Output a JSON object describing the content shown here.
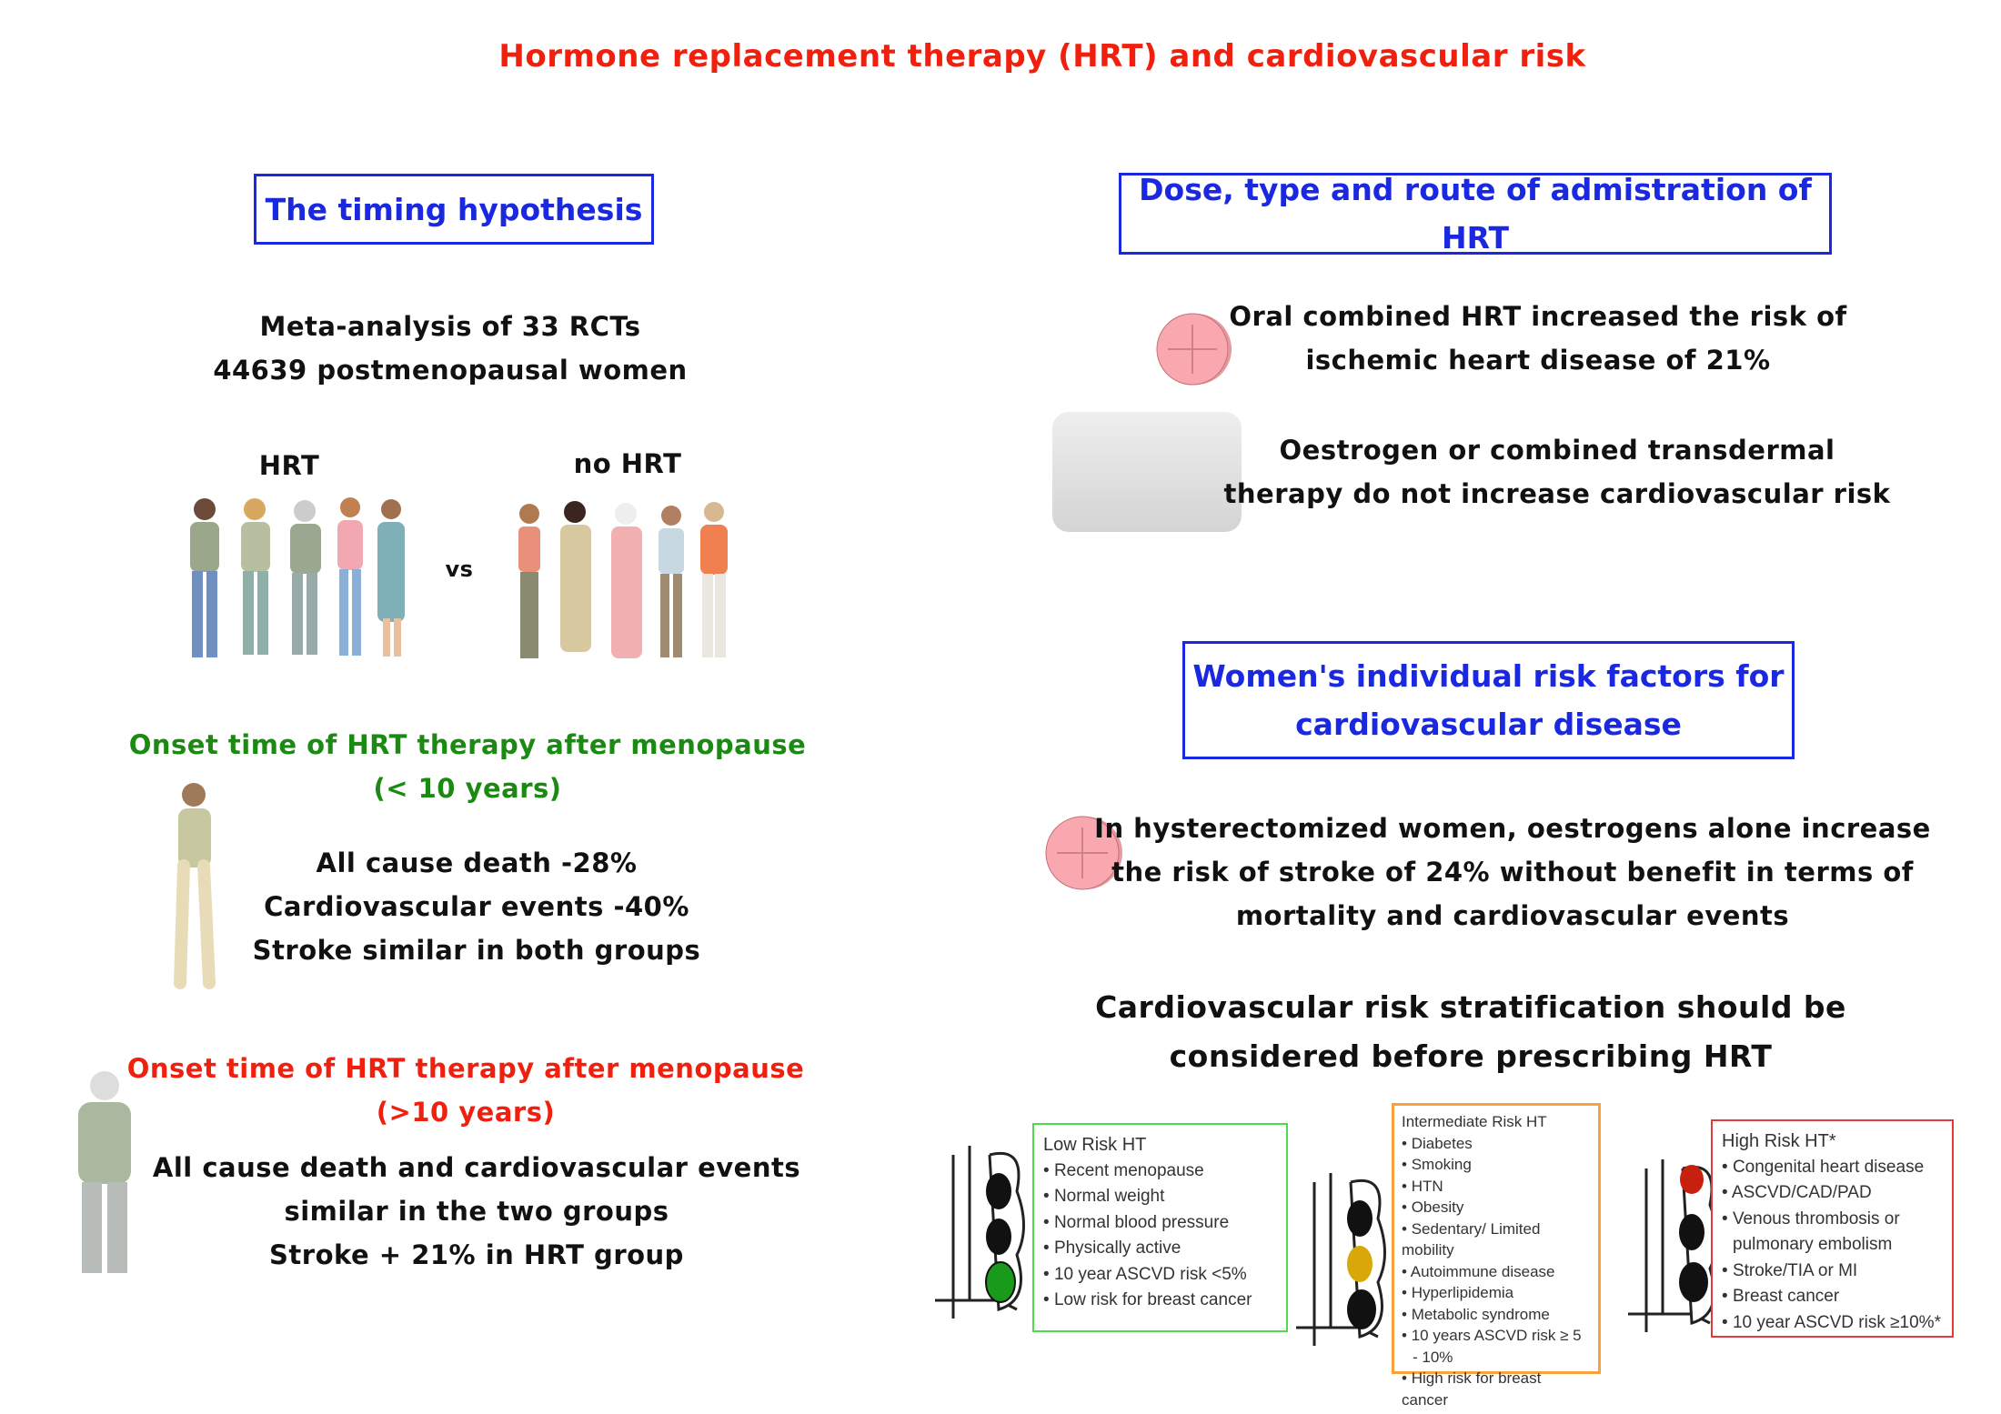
{
  "title": "Hormone replacement therapy (HRT) and cardiovascular risk",
  "left": {
    "heading": "The timing hypothesis",
    "meta_lines": [
      "Meta-analysis of 33 RCTs",
      "44639 postmenopausal women"
    ],
    "group_hrt": "HRT",
    "group_no_hrt": "no HRT",
    "vs": "vs",
    "early": {
      "heading_lines": [
        "Onset time of HRT therapy after menopause",
        "(< 10 years)"
      ],
      "results": [
        "All cause death -28%",
        "Cardiovascular events -40%",
        "Stroke similar in both groups"
      ]
    },
    "late": {
      "heading_lines": [
        "Onset time of HRT therapy after menopause",
        "(>10 years)"
      ],
      "results": [
        "All cause death and cardiovascular events",
        "similar in the two groups",
        "Stroke + 21% in HRT group"
      ]
    }
  },
  "right": {
    "heading": "Dose, type and route of admistration of HRT",
    "oral_lines": [
      "Oral combined HRT increased the risk of",
      "ischemic heart disease of 21%"
    ],
    "transdermal_lines": [
      "Oestrogen or combined transdermal",
      "therapy do not increase cardiovascular risk"
    ],
    "risk_heading_lines": [
      "Women's individual risk factors for",
      "cardiovascular disease"
    ],
    "hysterectomy_lines": [
      "In hysterectomized women, oestrogens alone increase",
      "the risk of stroke of 24% without benefit in terms of",
      "mortality and cardiovascular events"
    ],
    "stratification_lines": [
      "Cardiovascular risk stratification should be",
      "considered before prescribing HRT"
    ]
  },
  "risk_boxes": [
    {
      "title": "Low Risk HT",
      "items": [
        "Recent menopause",
        "Normal weight",
        "Normal blood pressure",
        "Physically active",
        "10 year ASCVD risk <5%",
        "Low risk for breast cancer"
      ],
      "color": "#1a9a1a"
    },
    {
      "title": "Intermediate Risk HT",
      "items": [
        "Diabetes",
        "Smoking",
        "HTN",
        "Obesity",
        "Sedentary/ Limited mobility",
        "Autoimmune disease",
        "Hyperlipidemia",
        "Metabolic syndrome",
        "10 years ASCVD risk ≥ 5 - 10%",
        "High risk for breast cancer"
      ],
      "color": "#d8a80a"
    },
    {
      "title": "High Risk HT*",
      "items": [
        "Congenital heart disease",
        "ASCVD/CAD/PAD",
        "Venous thrombosis or pulmonary embolism",
        "Stroke/TIA or MI",
        "Breast cancer",
        "10 year ASCVD risk ≥10%*"
      ],
      "color": "#c8200f"
    }
  ]
}
